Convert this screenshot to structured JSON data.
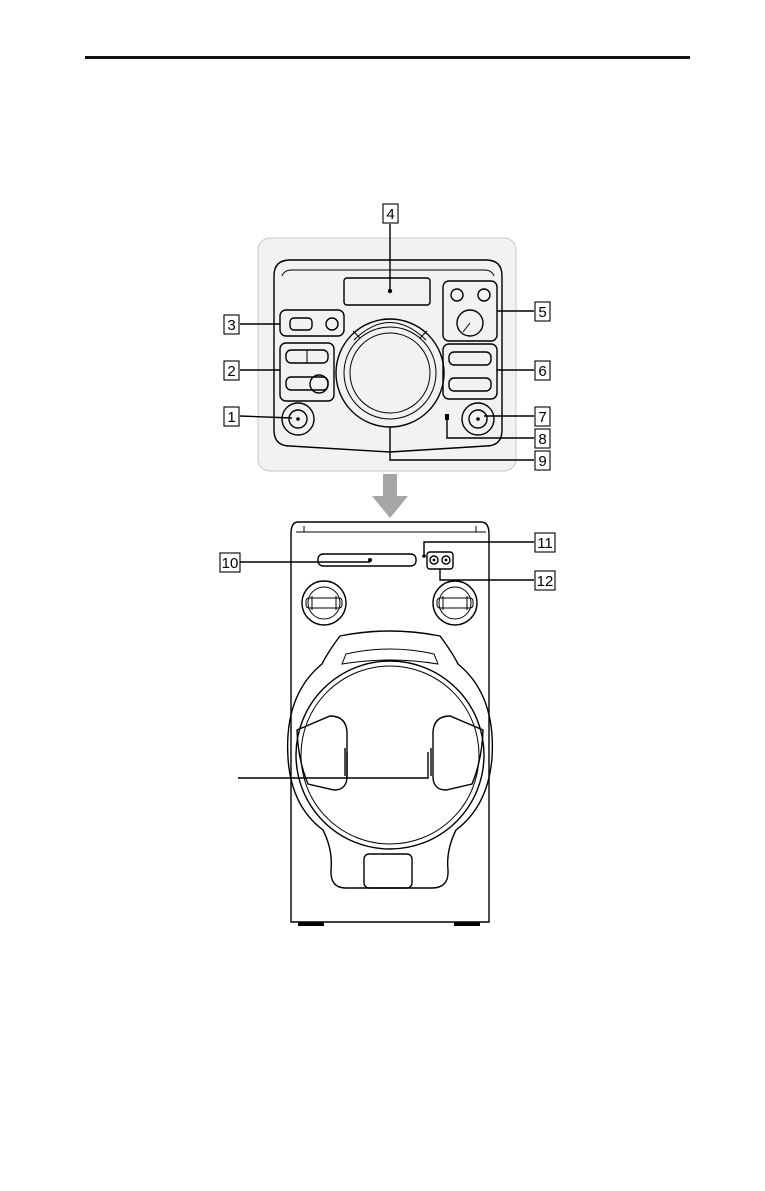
{
  "figure": {
    "callouts": [
      "1",
      "2",
      "3",
      "4",
      "5",
      "6",
      "7",
      "8",
      "9",
      "10",
      "11",
      "12"
    ]
  },
  "colors": {
    "panel_background": "#f2f2f2",
    "panel_border": "#c8c8c8",
    "arrow": "#a6a6a6",
    "line": "#000000"
  }
}
